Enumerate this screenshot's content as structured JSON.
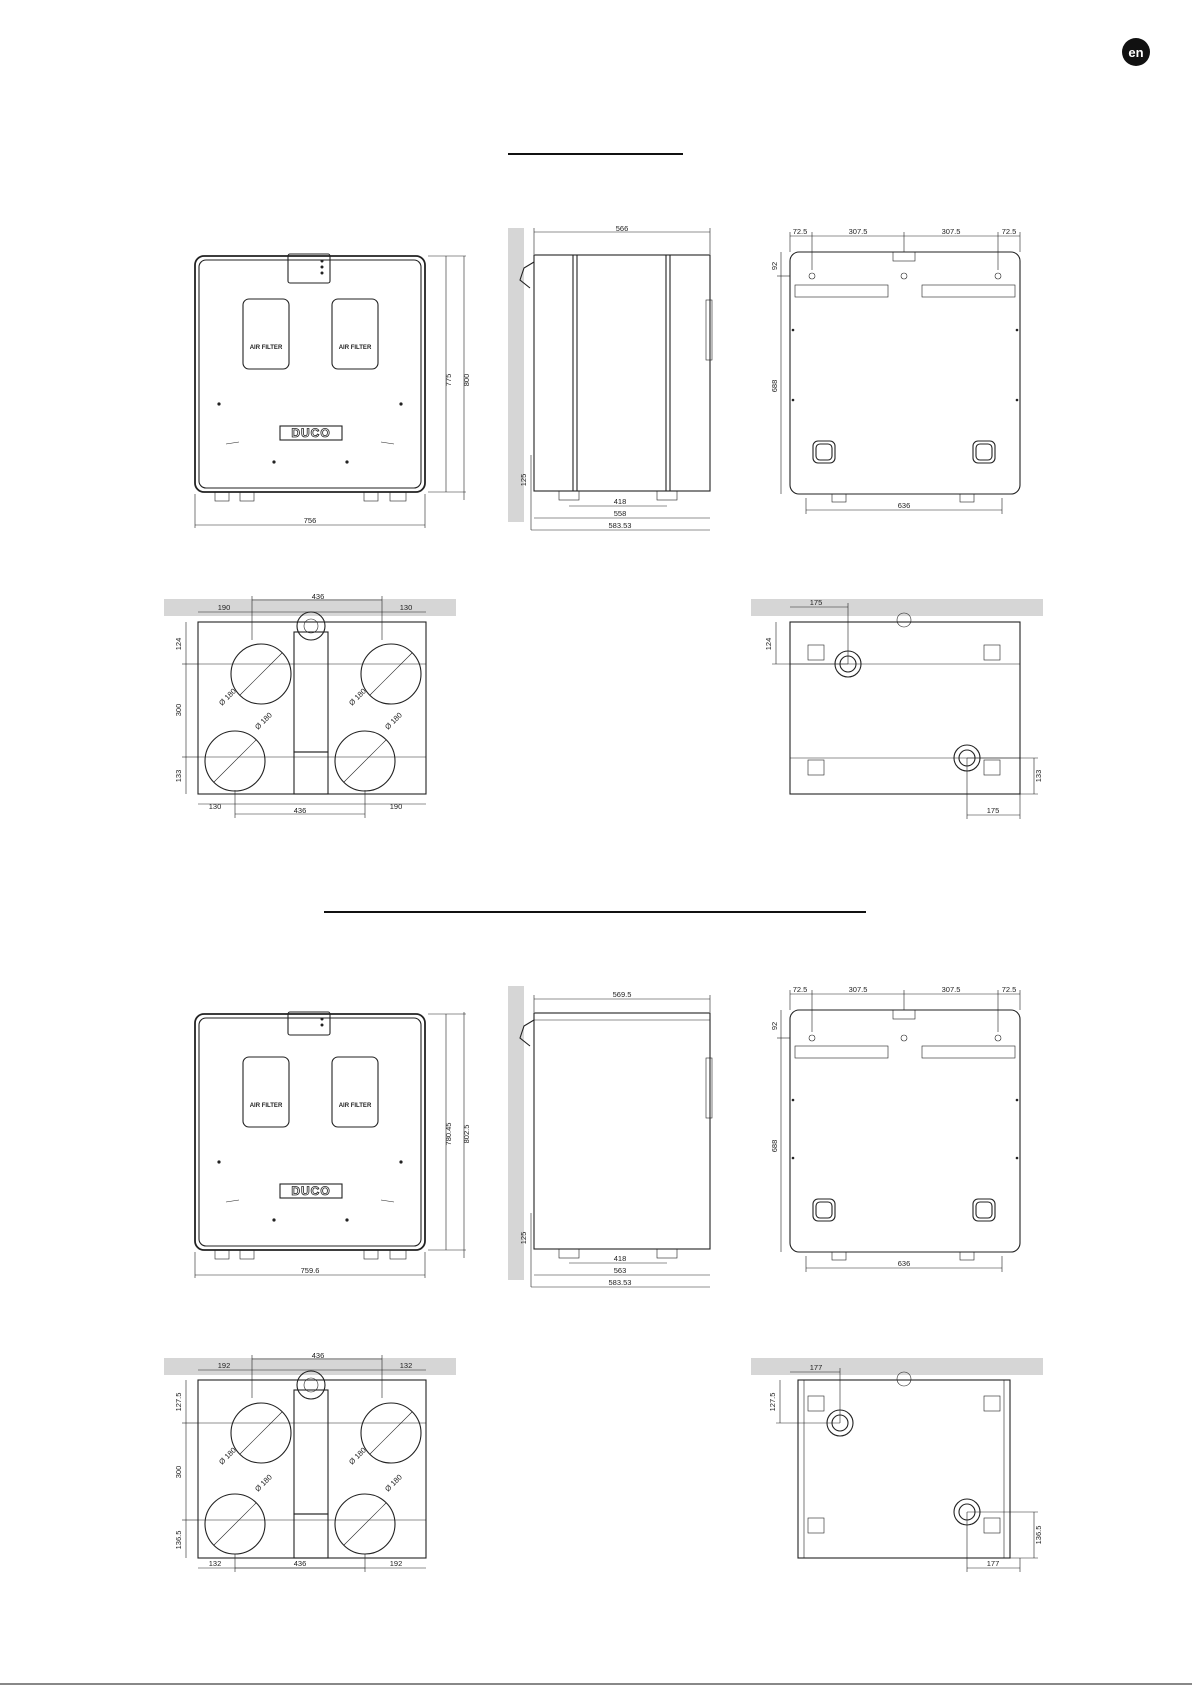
{
  "lang_badge": "en",
  "label_air_filter": "AIR FILTER",
  "brand": "DUCO",
  "variant1": {
    "front": {
      "width": "756",
      "height_body": "775",
      "height_total": "800"
    },
    "side": {
      "depth": "566",
      "foot_height": "125",
      "foot_span": "418",
      "base": "558",
      "overall": "583.53"
    },
    "back": {
      "top_72_left": "72.5",
      "top_307_left": "307.5",
      "top_307_right": "307.5",
      "top_72_right": "72.5",
      "left_92": "92",
      "left_688": "688",
      "bottom": "636"
    },
    "top_view": {
      "t190": "190",
      "t436": "436",
      "t130": "130",
      "l124": "124",
      "l300": "300",
      "l133": "133",
      "b130": "130",
      "b436": "436",
      "b190": "190",
      "dia1": "Ø 180",
      "dia2": "Ø 180",
      "dia3": "Ø 180",
      "dia4": "Ø 180"
    },
    "rear_ducts": {
      "top175": "175",
      "left124": "124",
      "right133": "133",
      "bottom175": "175"
    }
  },
  "variant2": {
    "front": {
      "width": "759.6",
      "height_body": "780.45",
      "height_total": "802.5"
    },
    "side": {
      "depth": "569.5",
      "foot_height": "125",
      "foot_span": "418",
      "base": "563",
      "overall": "583.53"
    },
    "back": {
      "top_72_left": "72.5",
      "top_307_left": "307.5",
      "top_307_right": "307.5",
      "top_72_right": "72.5",
      "left_92": "92",
      "left_688": "688",
      "bottom": "636"
    },
    "top_view": {
      "t192": "192",
      "t436": "436",
      "t132": "132",
      "l127": "127.5",
      "l300": "300",
      "l136": "136.5",
      "b132": "132",
      "b436": "436",
      "b192": "192",
      "dia1": "Ø 180",
      "dia2": "Ø 180",
      "dia3": "Ø 180",
      "dia4": "Ø 180"
    },
    "rear_ducts": {
      "top177": "177",
      "left127": "127.5",
      "right136": "136.5",
      "bottom177": "177"
    }
  }
}
